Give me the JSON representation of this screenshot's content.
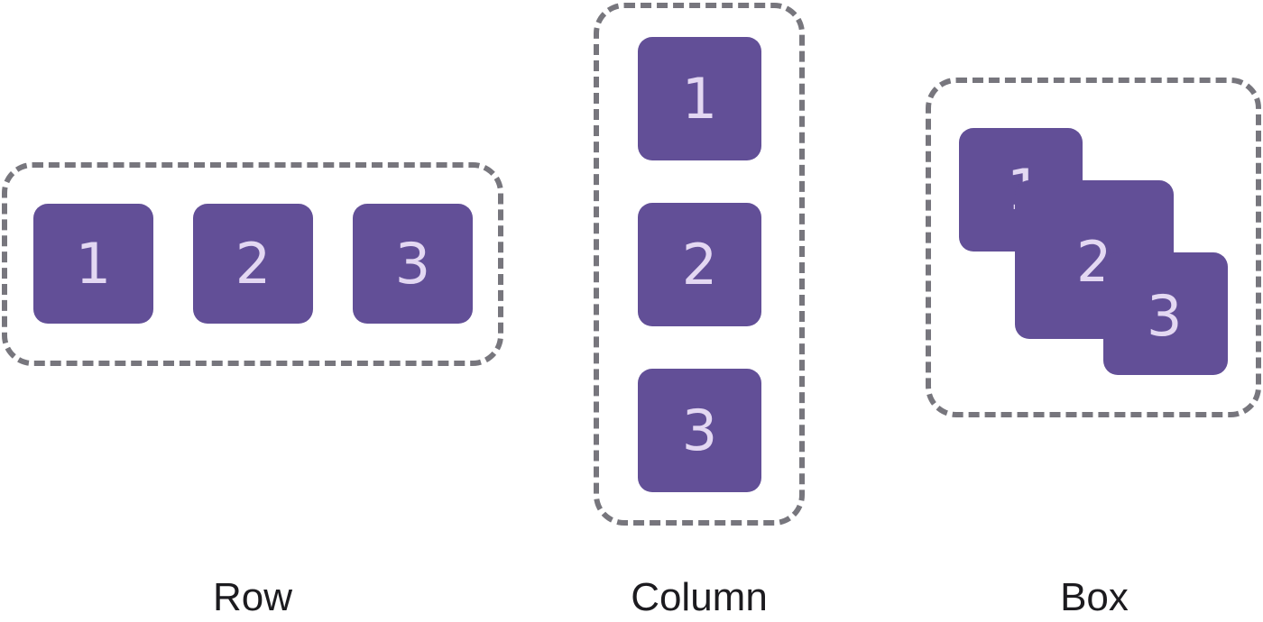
{
  "colors": {
    "item_fill": "#624f97",
    "item_text": "#e3d8f2",
    "border": "#77767d",
    "caption_text": "#1c1b1f"
  },
  "row": {
    "items": [
      "1",
      "2",
      "3"
    ],
    "label": "Row"
  },
  "column": {
    "items": [
      "1",
      "2",
      "3"
    ],
    "label": "Column"
  },
  "box": {
    "items": [
      "1",
      "2",
      "3"
    ],
    "label": "Box"
  }
}
